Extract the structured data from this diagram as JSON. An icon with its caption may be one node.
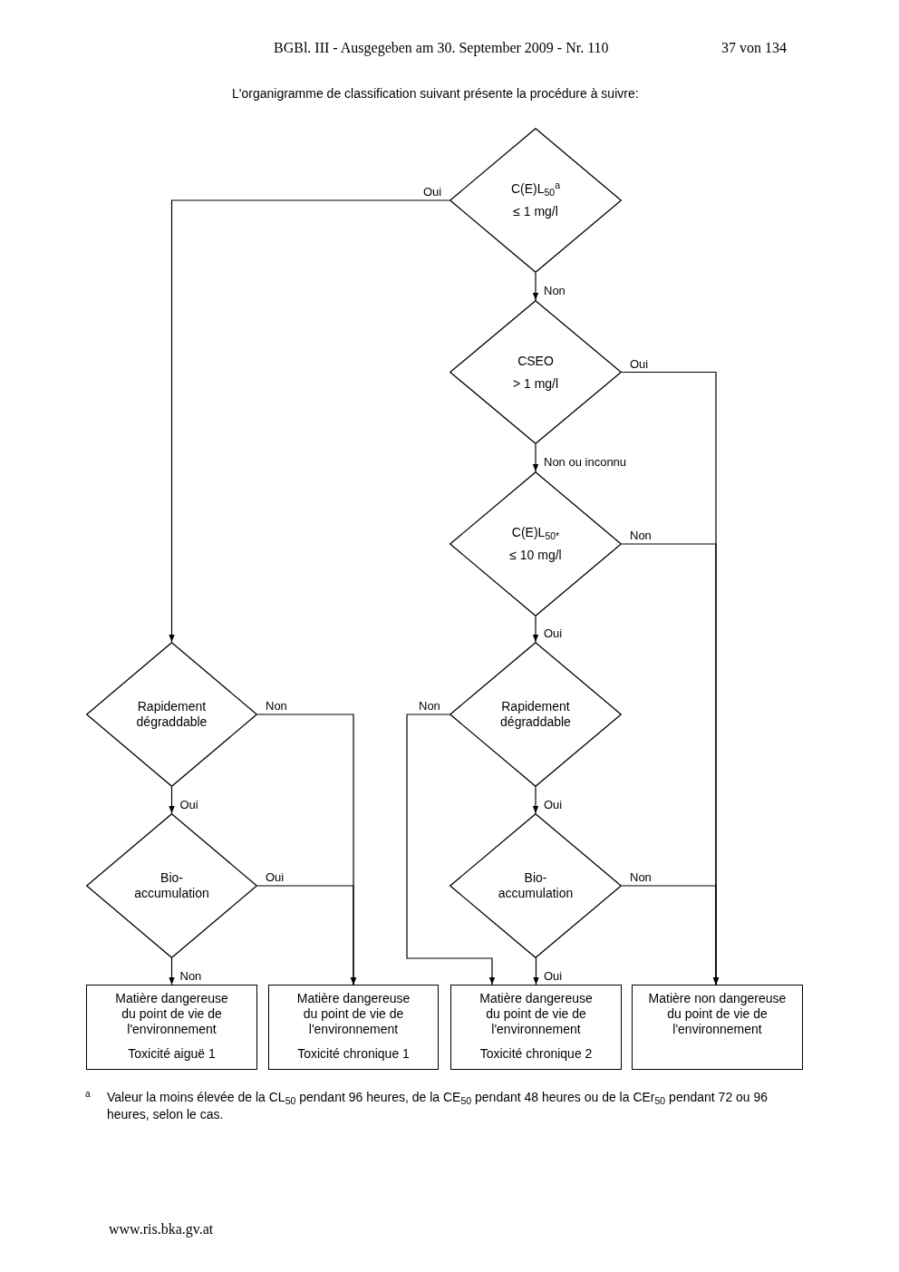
{
  "diagram": {
    "title": "L'organigramme de classification suivant présente la procédure à suivre:",
    "nodes": [
      {
        "text": [
          "C(E)L$_{50}$$^{a}$",
          "≤ 1 mg/l"
        ]
      },
      {
        "text": [
          "CSEO",
          "> 1 mg/l"
        ]
      },
      {
        "text": [
          "C(E)L$_{50*}$",
          "≤ 10 mg/l"
        ]
      },
      {
        "text": [
          "Rapidement dégraddable"
        ]
      },
      {
        "text": [
          "Bio-accumulation"
        ]
      },
      {
        "text": [
          "Rapidement dégraddable"
        ]
      },
      {
        "text": [
          "Bio-accumulation"
        ]
      },
      {
        "text": [
          "Matière dangereuse du point de vie de l'environnement",
          "Toxicité aiguë 1"
        ]
      },
      {
        "text": [
          "Matière dangereuse du point de vie de l'environnement",
          "Toxicité chronique 1"
        ]
      },
      {
        "text": [
          "Matière dangereuse du point de vie de l'environnement",
          "Toxicité chronique 2"
        ]
      },
      {
        "text": [
          "Matière non dangereuse du point de vie de l'environnement"
        ]
      }
    ],
    "edges": [
      {
        "from": 0,
        "to": 3,
        "arrow": "to",
        "label": "Oui"
      },
      {
        "from": 0,
        "to": 1,
        "arrow": "to",
        "label": "Non"
      },
      {
        "from": 1,
        "to": 10,
        "arrow": "to",
        "label": "Oui"
      },
      {
        "from": 1,
        "to": 2,
        "arrow": "to",
        "label": "Non ou inconnu"
      },
      {
        "from": 2,
        "to": 10,
        "arrow": "to",
        "label": "Non"
      },
      {
        "from": 2,
        "to": 5,
        "arrow": "to",
        "label": "Oui"
      },
      {
        "from": 3,
        "to": 8,
        "arrow": "to",
        "label": "Non"
      },
      {
        "from": 3,
        "to": 4,
        "arrow": "to",
        "label": "Oui"
      },
      {
        "from": 4,
        "to": 8,
        "arrow": "to",
        "label": "Oui"
      },
      {
        "from": 4,
        "to": 7,
        "arrow": "to",
        "label": "Non"
      },
      {
        "from": 5,
        "to": 9,
        "arrow": "to",
        "label": "Non"
      },
      {
        "from": 5,
        "to": 6,
        "arrow": "to",
        "label": "Oui"
      },
      {
        "from": 6,
        "to": 10,
        "arrow": "to",
        "label": "Non"
      },
      {
        "from": 6,
        "to": 9,
        "arrow": "to",
        "label": "Oui"
      }
    ],
    "labels": [
      "BGBl. III - Ausgegeben am 30. September 2009 - Nr. 110",
      "37 von 134",
      "a",
      "Valeur la moins élevée de la CL$_{50}$ pendant 96 heures, de la CE$_{50}$ pendant 48 heures ou de la CEr$_{50}$ pendant 72 ou 96 heures, selon le cas.",
      "www.ris.bka.gv.at"
    ]
  }
}
